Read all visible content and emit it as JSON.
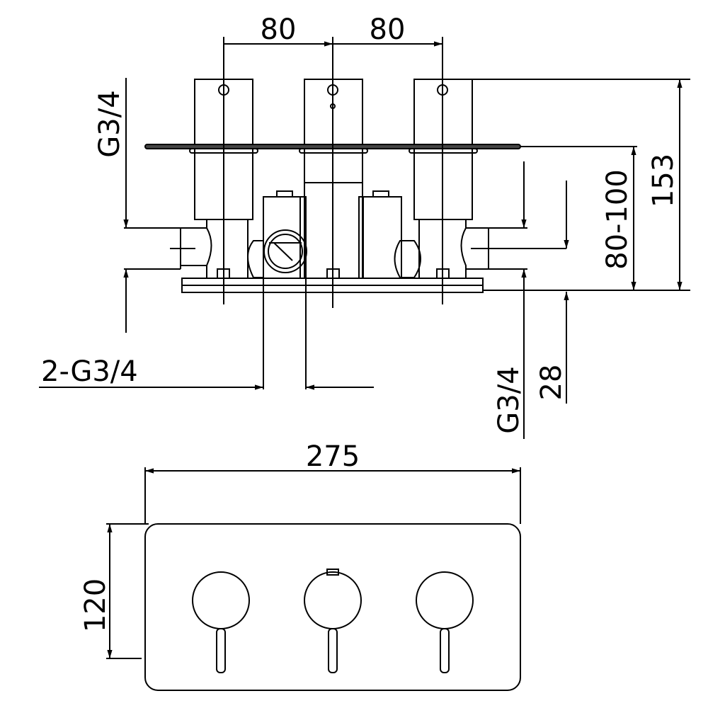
{
  "dimensions": {
    "spacing_left": "80",
    "spacing_right": "80",
    "inlet_left": "G3/4",
    "wall_depth": "80-100",
    "total_depth": "153",
    "outlets_bottom": "2-G3/4",
    "outlet_right": "G3/4",
    "outlet_offset": "28",
    "plate_width": "275",
    "plate_height": "120"
  },
  "colors": {
    "line": "#000000",
    "background": "#ffffff"
  }
}
